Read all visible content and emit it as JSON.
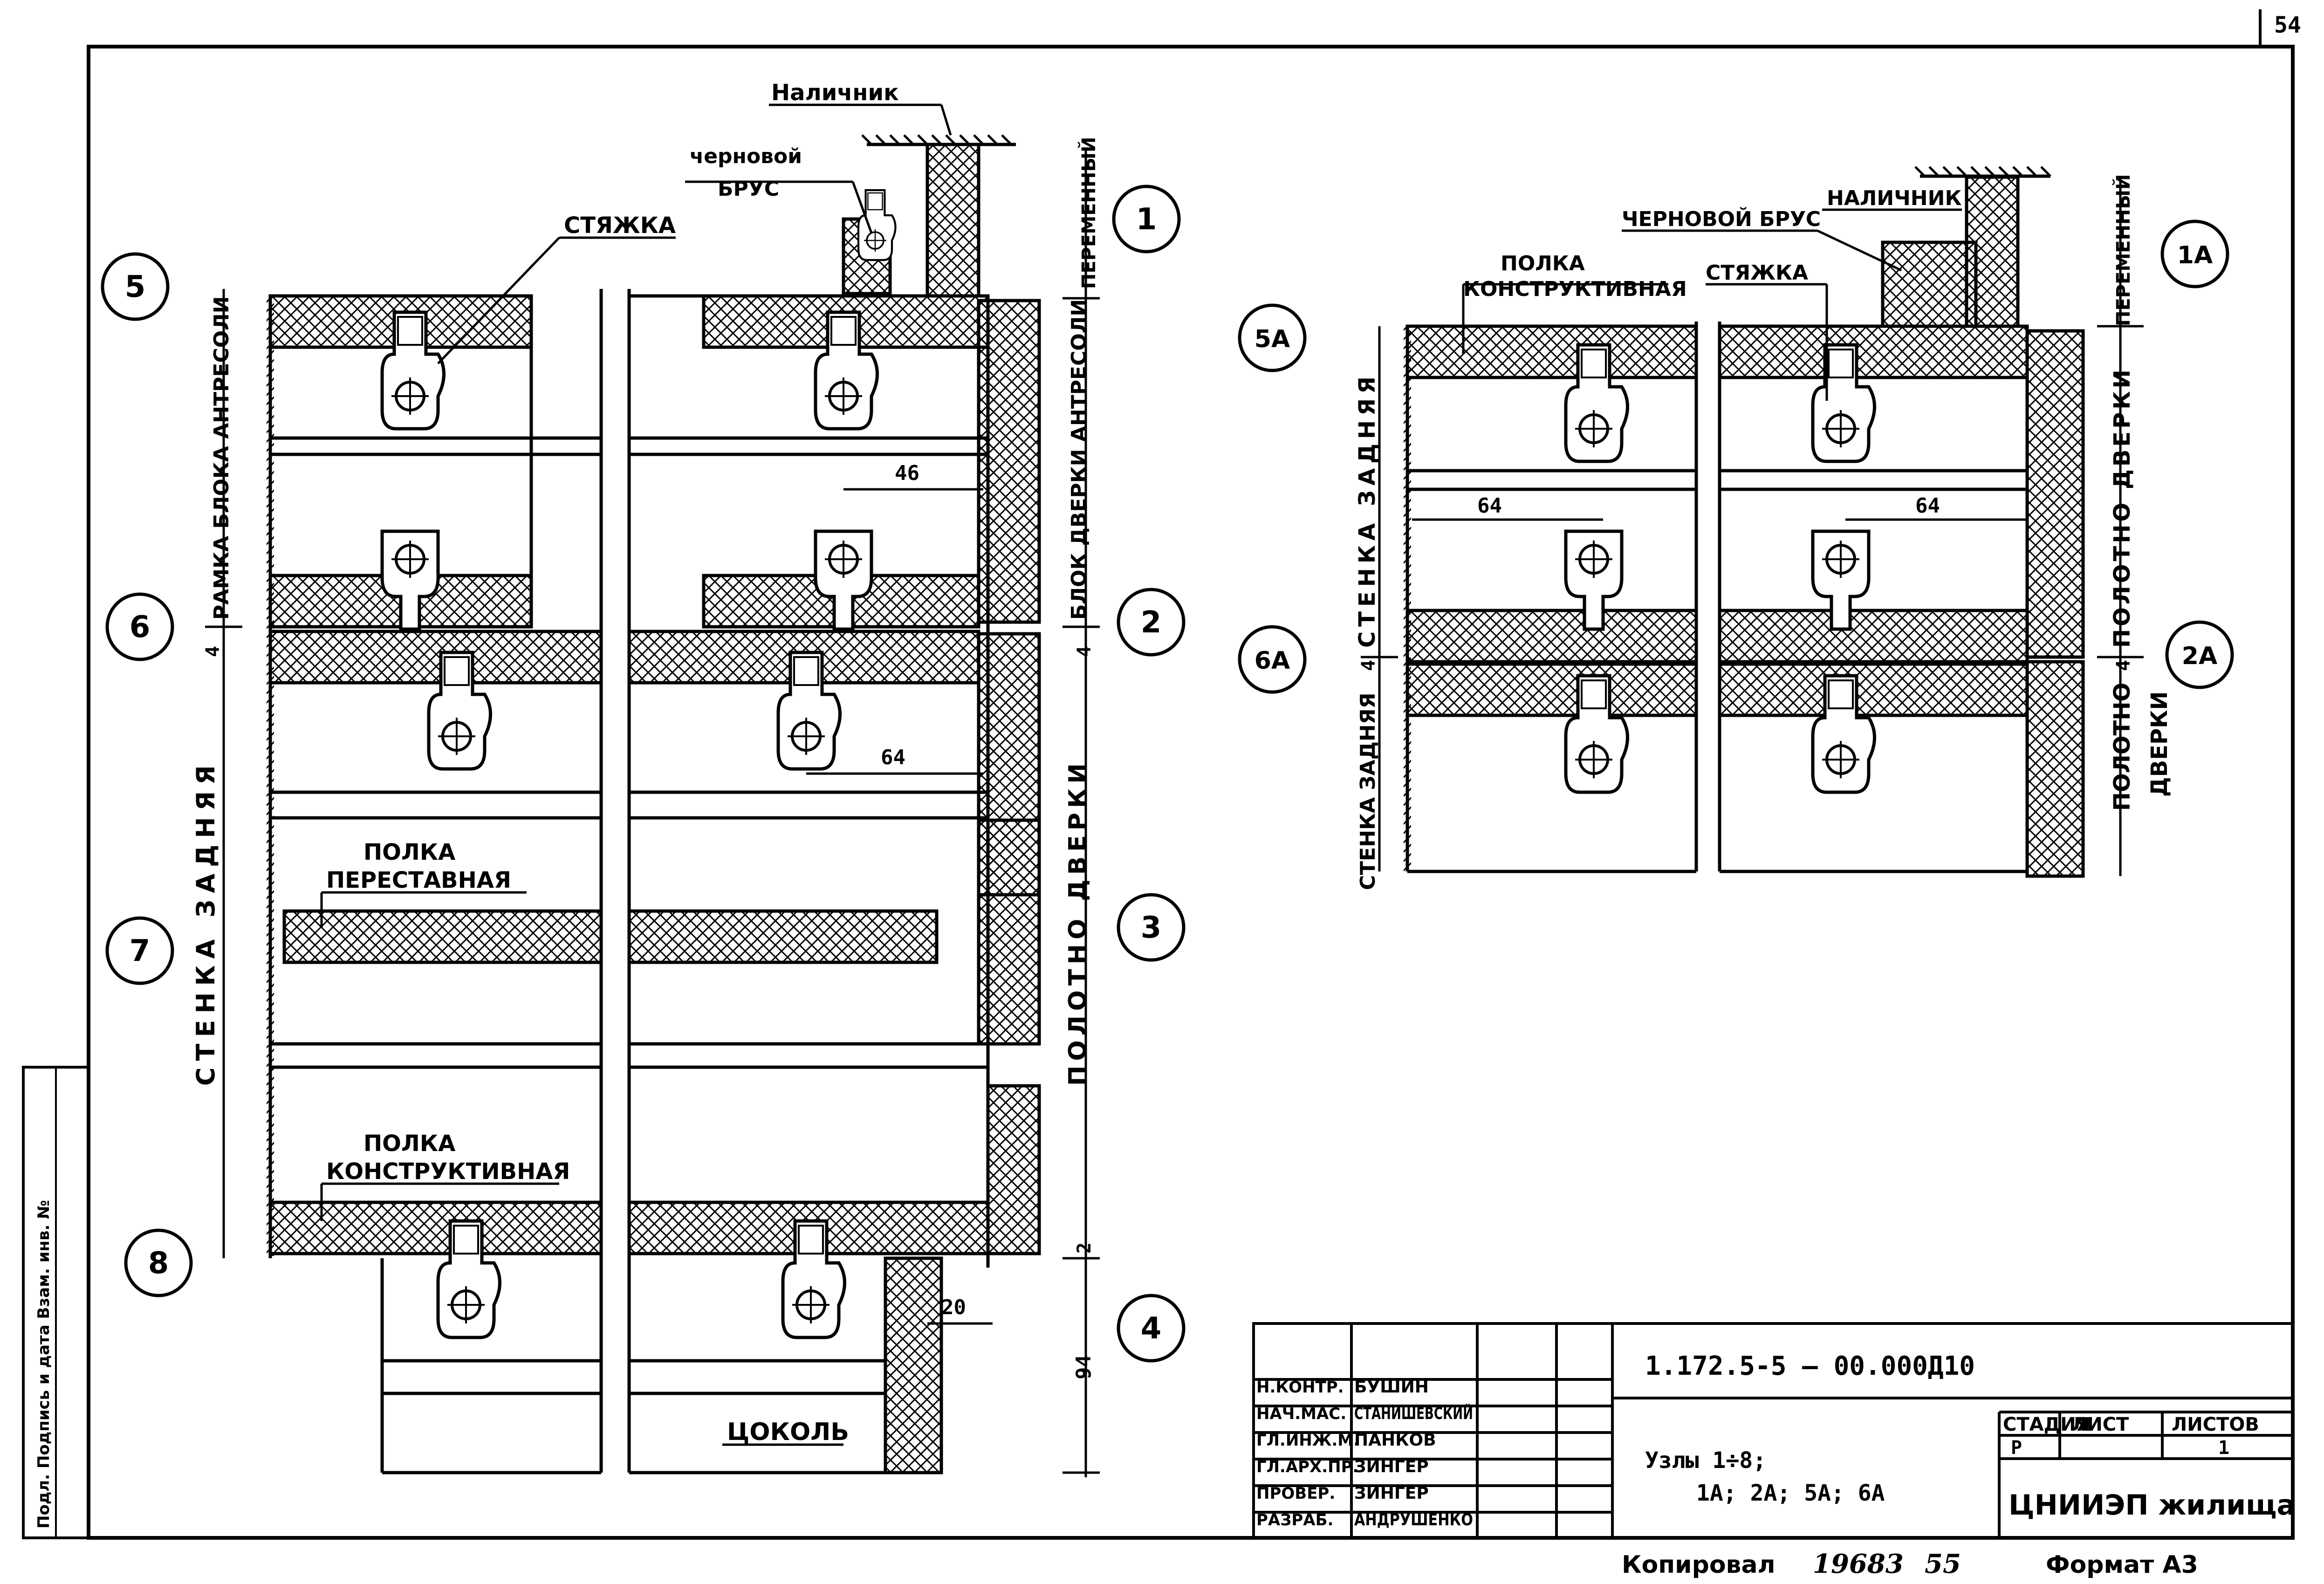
{
  "page_number": "54",
  "labels": {
    "nalichnik": "Наличник",
    "chernovoy": "черновой",
    "brus": "БРУС",
    "styazhka": "СТЯЖКА",
    "polka_perestavnaya_1": "ПОЛКА",
    "polka_perestavnaya_2": "ПЕРЕСТАВНАЯ",
    "polka_konstr_1": "ПОЛКА",
    "polka_konstr_2": "КОНСТРУКТИВНАЯ",
    "tsokol": "ЦОКОЛЬ",
    "ramka": "РАМКА БЛОКА АНТРЕСОЛИ",
    "stenka_zadnyaya": "СТЕНКА ЗАДНЯЯ",
    "blok_dverki": "БЛОК ДВЕРКИ АНТРЕСОЛИ",
    "polotno_dverki": "ПОЛОТНО ДВЕРКИ",
    "peremenny": "ПЕРЕМЕННЫЙ",
    "r_nalichnik": "НАЛИЧНИК",
    "r_chernovoy_brus": "ЧЕРНОВОЙ БРУС",
    "r_styazhka": "СТЯЖКА",
    "r_polka_1": "ПОЛКА",
    "r_polka_2": "КОНСТРУКТИВНАЯ",
    "r_peremenny": "ПЕРЕМЕННЫЙ",
    "r_stenka_zadnyaya": "СТЕНКА ЗАДНЯЯ",
    "r_polotno_dverki": "ПОЛОТНО ДВЕРКИ",
    "r_polotno": "ПОЛОТНО",
    "r_dverki": "ДВЕРКИ",
    "side_stamp": "Подл. Подпись и дата Взам. инв. №"
  },
  "node_markers": [
    "1",
    "2",
    "3",
    "4",
    "5",
    "6",
    "7",
    "8",
    "1А",
    "2А",
    "5А",
    "6А"
  ],
  "dimensions": {
    "d46": "46",
    "d64a": "64",
    "d64b": "64",
    "d64c": "64",
    "d20": "20",
    "d94": "94",
    "d4a": "4",
    "d4b": "4",
    "d2": "2",
    "d4c": "4",
    "d4d": "4"
  },
  "title_block": {
    "code": "1.172.5-5 — 00.000Д10",
    "title_line1": "Узлы 1÷8;",
    "title_line2": "1А; 2А; 5А; 6А",
    "stage_header": "СТАДИЯ",
    "sheet_header": "ЛИСТ",
    "sheets_header": "ЛИСТОВ",
    "stage": "Р",
    "sheets": "1",
    "org": "ЦНИИЭП жилища",
    "roles": [
      {
        "role": "Н.КОНТР.",
        "name": "БУШИН"
      },
      {
        "role": "НАЧ.МАС.",
        "name": "СТАНИШЕВСКИЙ"
      },
      {
        "role": "ГЛ.ИНЖ.М.",
        "name": "ПАНКОВ"
      },
      {
        "role": "ГЛ.АРХ.ПР.",
        "name": "ЗИНГЕР"
      },
      {
        "role": "ПРОВЕР.",
        "name": "ЗИНГЕР"
      },
      {
        "role": "РАЗРАБ.",
        "name": "АНДРУШЕНКО"
      }
    ]
  },
  "footer": {
    "kopiroval": "Копировал",
    "num1": "19683",
    "num2": "55",
    "format": "Формат А3"
  }
}
